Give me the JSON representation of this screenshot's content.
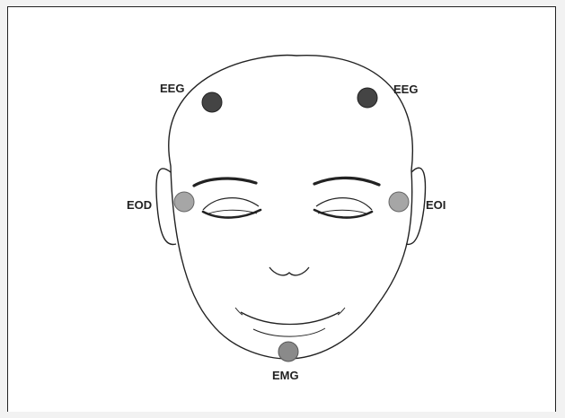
{
  "figure": {
    "background_color": "#f2f2f2",
    "panel_color": "#ffffff",
    "line_color": "#222222"
  },
  "electrodes": [
    {
      "id": "eeg-left",
      "label": "EEG",
      "color": "#444444"
    },
    {
      "id": "eeg-right",
      "label": "EEG",
      "color": "#444444"
    },
    {
      "id": "eod",
      "label": "EOD",
      "color": "#a6a6a6"
    },
    {
      "id": "eoi",
      "label": "EOI",
      "color": "#a6a6a6"
    },
    {
      "id": "emg",
      "label": "EMG",
      "color": "#8a8a8a"
    }
  ]
}
